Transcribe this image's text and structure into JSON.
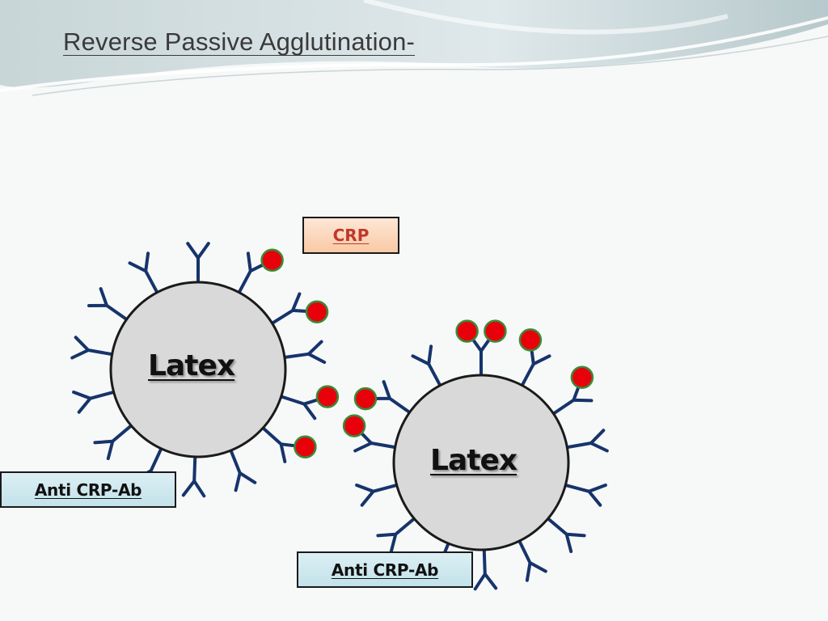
{
  "slide": {
    "title": "Reverse  Passive Agglutination-"
  },
  "diagram": {
    "bead_label": "Latex",
    "antigen_label": "CRP",
    "antibody_label": "Anti CRP-Ab"
  },
  "colors": {
    "bead_fill": "#d9d9d9",
    "antibody_stroke": "#16346b",
    "antigen_fill": "#e8000b",
    "antigen_stroke": "#3b8a37",
    "crp_text": "#c0392b"
  },
  "icons": {
    "antibody": "y-shaped-antibody-icon",
    "antigen": "red-dot-antigen-icon"
  }
}
